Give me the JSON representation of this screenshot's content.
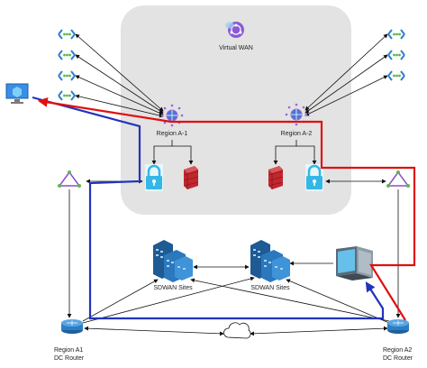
{
  "vwan": {
    "title": "Virtual WAN"
  },
  "hubs": [
    {
      "label": "Region A-1"
    },
    {
      "label": "Region A-2"
    }
  ],
  "sdwan_sites": [
    {
      "label": "SDWAN Sites"
    },
    {
      "label": "SDWAN Sites"
    }
  ],
  "routers": [
    {
      "line1": "Region A1",
      "line2": "DC Router"
    },
    {
      "line1": "Region A2",
      "line2": "DC Router"
    }
  ],
  "colors": {
    "vwan_bg": "#e3e3e3",
    "red_path": "#e01010",
    "blue_path": "#2233bb",
    "firewall": "#c0282e",
    "vpn_gateway": "#35b7e6",
    "router": "#2b7fc4",
    "vnet_icon": "#2a7fd4"
  }
}
